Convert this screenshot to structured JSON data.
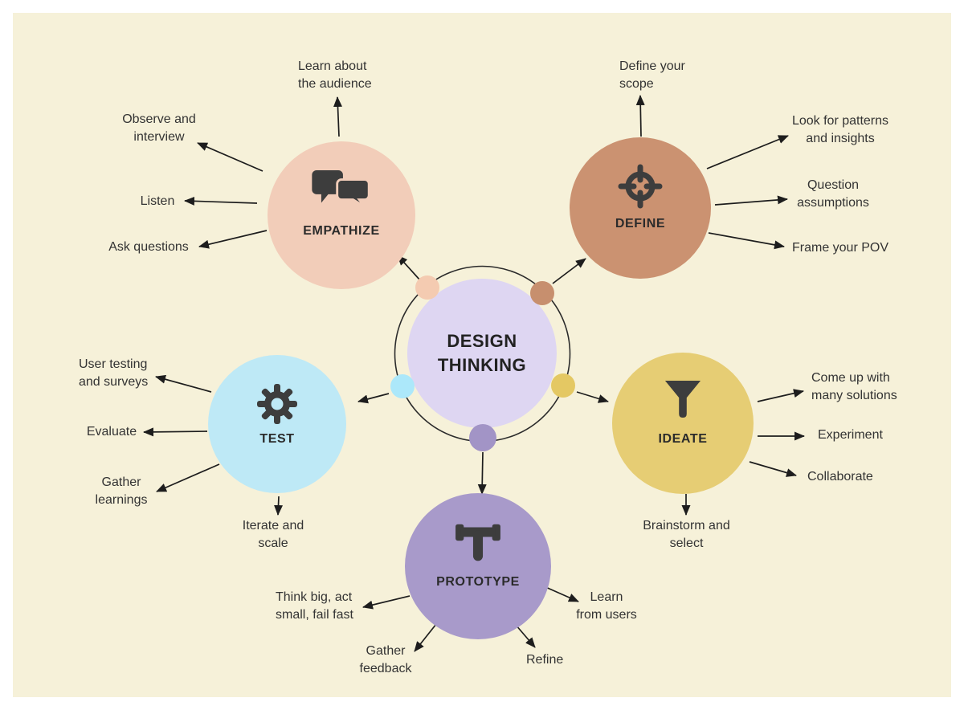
{
  "center": {
    "label": "DESIGN\nTHINKING"
  },
  "stages": {
    "empathize": {
      "label": "EMPATHIZE",
      "icon": "speech-bubbles-icon",
      "color": "#f2cdb9",
      "dot_color": "#f4cbb1",
      "branches": [
        "Learn about\nthe audience",
        "Observe and\ninterview",
        "Listen",
        "Ask questions"
      ]
    },
    "define": {
      "label": "DEFINE",
      "icon": "target-icon",
      "color": "#cb9271",
      "dot_color": "#c78f6e",
      "branches": [
        "Define your\nscope",
        "Look for patterns\nand insights",
        "Question\nassumptions",
        "Frame your POV"
      ]
    },
    "test": {
      "label": "TEST",
      "icon": "gear-icon",
      "color": "#bee9f6",
      "dot_color": "#ace8fa",
      "branches": [
        "User testing\nand surveys",
        "Evaluate",
        "Gather\nlearnings",
        "Iterate and\nscale"
      ]
    },
    "ideate": {
      "label": "IDEATE",
      "icon": "funnel-icon",
      "color": "#e6cd74",
      "dot_color": "#e4c863",
      "branches": [
        "Come up with\nmany solutions",
        "Experiment",
        "Collaborate",
        "Brainstorm and\nselect"
      ]
    },
    "prototype": {
      "label": "PROTOTYPE",
      "icon": "gavel-icon",
      "color": "#a89aca",
      "dot_color": "#a294c6",
      "branches": [
        "Think big, act\nsmall, fail fast",
        "Gather\nfeedback",
        "Refine",
        "Learn\nfrom users"
      ]
    }
  },
  "colors": {
    "background": "#f6f1d9",
    "page_border": "#ffffff",
    "center_fill": "#ded6f2",
    "line": "#1d1d1d",
    "text": "#333333",
    "icon": "#3d3d3d"
  }
}
